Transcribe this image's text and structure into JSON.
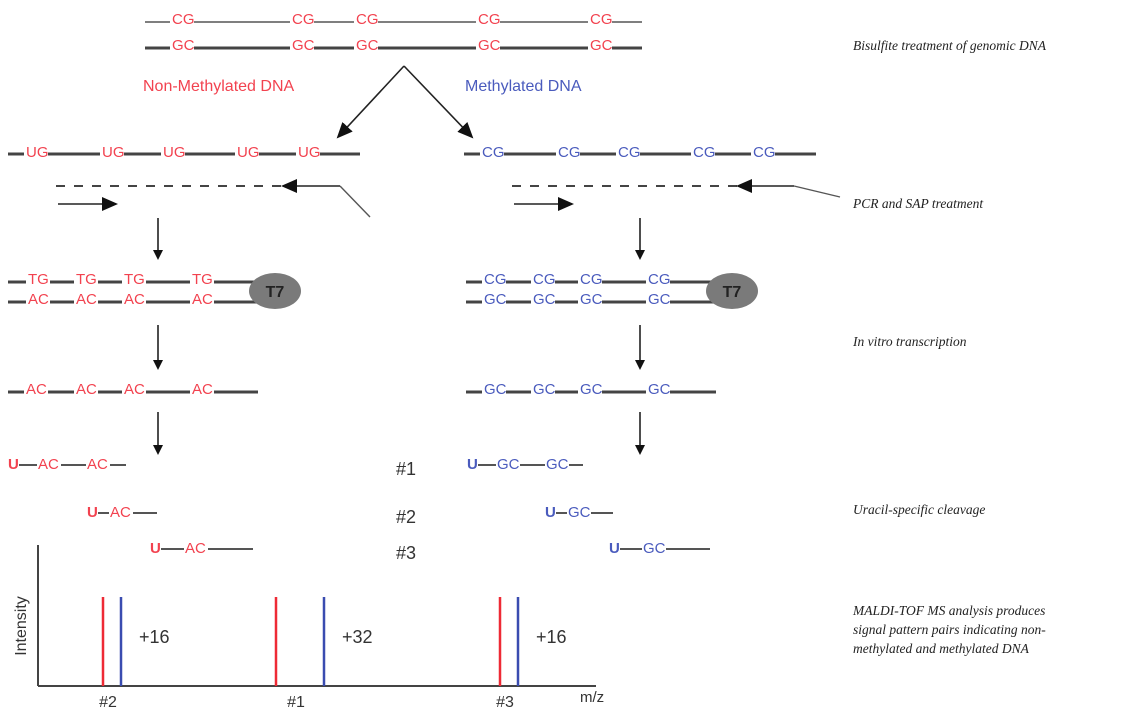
{
  "labels": {
    "non_methylated": "Non-Methylated DNA",
    "methylated": "Methylated DNA",
    "t7": "T7"
  },
  "captions": {
    "bisulfite": "Bisulfite treatment of genomic DNA",
    "pcr": "PCR and SAP treatment",
    "transcription": "In vitro transcription",
    "cleavage": "Uracil-specific cleavage",
    "maldi_1": "MALDI-TOF MS analysis produces",
    "maldi_2": "signal pattern pairs indicating non-",
    "maldi_3": "methylated and methylated DNA"
  },
  "genomic": {
    "top": [
      "CG",
      "CG",
      "CG",
      "CG",
      "CG"
    ],
    "bottom": [
      "GC",
      "GC",
      "GC",
      "GC",
      "GC"
    ]
  },
  "bisulfite_products": {
    "non_methylated": [
      "UG",
      "UG",
      "UG",
      "UG",
      "UG"
    ],
    "methylated": [
      "CG",
      "CG",
      "CG",
      "CG",
      "CG"
    ]
  },
  "pcr_products": {
    "non_methylated_top": [
      "TG",
      "TG",
      "TG",
      "TG"
    ],
    "non_methylated_bottom": [
      "AC",
      "AC",
      "AC",
      "AC"
    ],
    "methylated_top": [
      "CG",
      "CG",
      "CG",
      "CG"
    ],
    "methylated_bottom": [
      "GC",
      "GC",
      "GC",
      "GC"
    ]
  },
  "transcripts": {
    "non_methylated": [
      "AC",
      "AC",
      "AC",
      "AC"
    ],
    "methylated": [
      "GC",
      "GC",
      "GC",
      "GC"
    ]
  },
  "fragments": {
    "ids": [
      "#1",
      "#2",
      "#3"
    ],
    "non_methylated": [
      {
        "u": "U",
        "units": [
          "AC",
          "AC"
        ]
      },
      {
        "u": "U",
        "units": [
          "AC"
        ]
      },
      {
        "u": "U",
        "units": [
          "AC"
        ]
      }
    ],
    "methylated": [
      {
        "u": "U",
        "units": [
          "GC",
          "GC"
        ]
      },
      {
        "u": "U",
        "units": [
          "GC"
        ]
      },
      {
        "u": "U",
        "units": [
          "GC"
        ]
      }
    ]
  },
  "chart_data": {
    "type": "bar",
    "title": "",
    "xlabel": "m/z",
    "ylabel": "Intensity",
    "categories": [
      "#2",
      "#1",
      "#3"
    ],
    "series": [
      {
        "name": "non-methylated",
        "color": "#ee2a35",
        "values": [
          1,
          1,
          1
        ]
      },
      {
        "name": "methylated",
        "color": "#3a4cb0",
        "values": [
          1,
          1,
          1
        ]
      }
    ],
    "mass_shift_labels": [
      "+16",
      "+32",
      "+16"
    ],
    "grid": false
  },
  "colors": {
    "non_methylated": "#f2424f",
    "methylated": "#4a5bbd"
  }
}
